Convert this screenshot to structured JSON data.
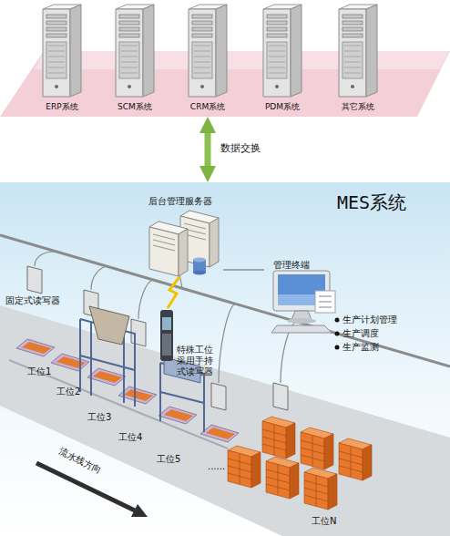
{
  "diagram": {
    "nodes": [
      {
        "text": [
          "ERP系统"
        ]
      },
      {
        "text": [
          "SCM系统"
        ]
      },
      {
        "text": [
          "CRM系统"
        ]
      },
      {
        "text": [
          "PDM系统"
        ]
      },
      {
        "text": [
          "其它系统"
        ]
      },
      {
        "text": [
          "MES系统"
        ]
      },
      {
        "text": [
          "后台管理服务器"
        ],
        "in": 5
      },
      {
        "text": [
          "管理终端",
          "生产计划管理",
          "生产调度",
          "生产监测"
        ],
        "in": 5
      }
    ],
    "edges": [
      {
        "from": 2,
        "to": 5,
        "label": "数据交换",
        "arrow": "both"
      },
      {
        "from": 6,
        "to": 7,
        "arrow": "none"
      }
    ],
    "labels": [
      "固定式读写器",
      "特殊工位采用手持式读写器",
      "工位1",
      "工位2",
      "工位3",
      "工位4",
      "工位5",
      "......",
      "工位N",
      "流水线方向"
    ]
  }
}
